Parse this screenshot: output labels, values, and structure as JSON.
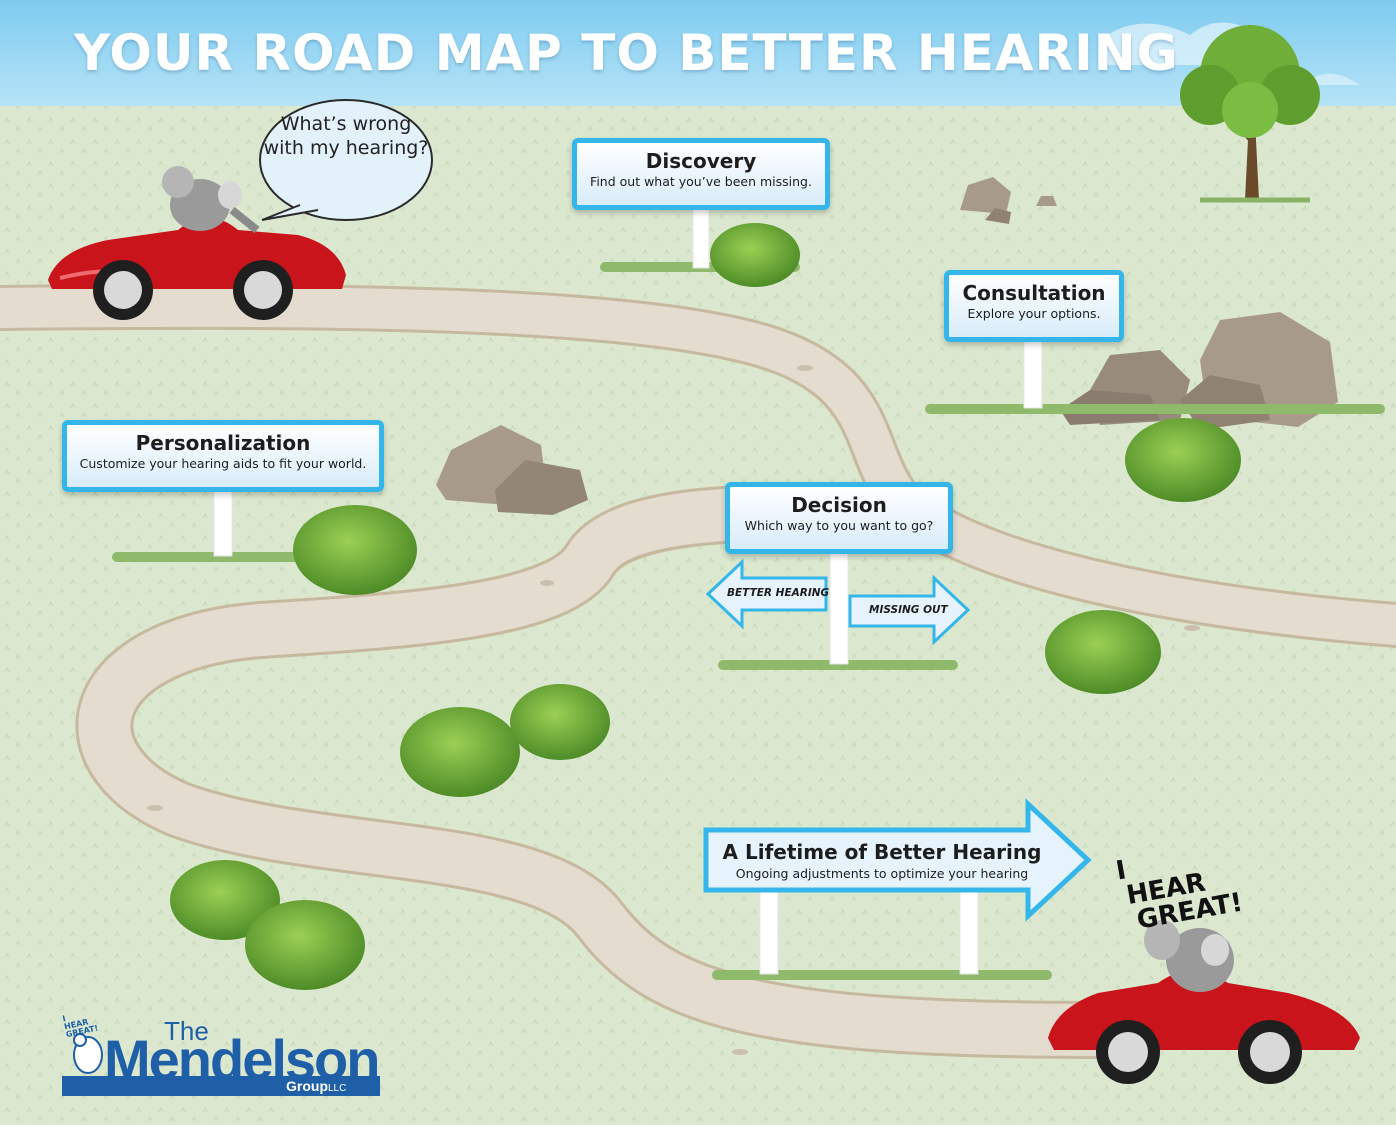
{
  "title": "YOUR ROAD MAP TO BETTER HEARING",
  "speech_bubble": "What’s wrong with my hearing?",
  "signs": {
    "discovery": {
      "title": "Discovery",
      "subtitle": "Find out what you’ve been missing."
    },
    "consultation": {
      "title": "Consultation",
      "subtitle": "Explore your options."
    },
    "personalization": {
      "title": "Personalization",
      "subtitle": "Customize your hearing aids to fit your world."
    },
    "decision": {
      "title": "Decision",
      "subtitle": "Which way to you want to go?"
    },
    "lifetime": {
      "title": "A Lifetime of Better Hearing",
      "subtitle": "Ongoing adjustments to optimize your hearing"
    }
  },
  "arrows": {
    "left": "BETTER HEARING",
    "right": "MISSING OUT"
  },
  "exclamation": [
    "I",
    "HEAR",
    "GREAT!"
  ],
  "logo": {
    "the": "The",
    "name": "Mendelson",
    "group": "Group",
    "llc": "LLC",
    "tag": [
      "I",
      "HEAR",
      "GREAT!"
    ]
  },
  "colors": {
    "sky": "#8fd3f2",
    "grass": "#dbe8cf",
    "road": "#e3dccf",
    "road_edge": "#c7b8a0",
    "sign_border": "#35b6ea",
    "car": "#c9141b",
    "bush": "#6fae38",
    "rock": "#9d8f80",
    "logo": "#1f5fa8"
  }
}
